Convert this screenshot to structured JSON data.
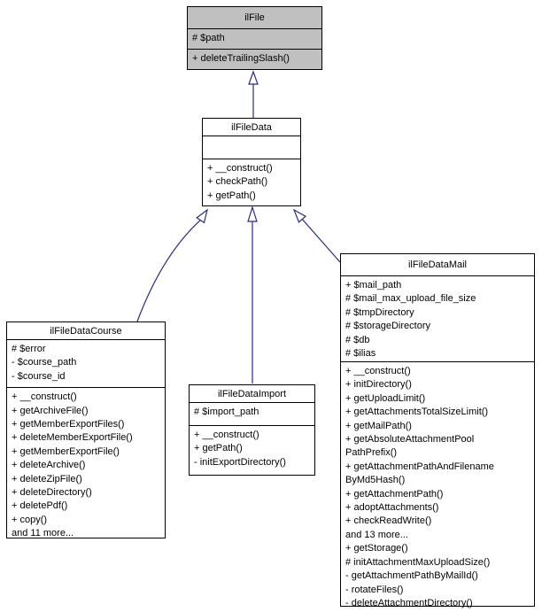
{
  "diagram": {
    "type": "uml-inheritance",
    "arrow_color": "#2a2a85",
    "gray_fill": "#c0c0c0",
    "classes": [
      {
        "name": "ilFile",
        "attributes": [
          "# $path"
        ],
        "methods": [
          "+ deleteTrailingSlash()"
        ]
      },
      {
        "name": "ilFileData",
        "attributes": [],
        "methods": [
          "+ __construct()",
          "+ checkPath()",
          "+ getPath()"
        ]
      },
      {
        "name": "ilFileDataCourse",
        "attributes": [
          "# $error",
          "- $course_path",
          "- $course_id"
        ],
        "methods": [
          "+ __construct()",
          "+ getArchiveFile()",
          "+ getMemberExportFiles()",
          "+ deleteMemberExportFile()",
          "+ getMemberExportFile()",
          "+ deleteArchive()",
          "+ deleteZipFile()",
          "+ deleteDirectory()",
          "+ deletePdf()",
          "+ copy()",
          "and 11 more..."
        ]
      },
      {
        "name": "ilFileDataImport",
        "attributes": [
          "# $import_path"
        ],
        "methods": [
          "+ __construct()",
          "+ getPath()",
          "- initExportDirectory()"
        ]
      },
      {
        "name": "ilFileDataMail",
        "attributes": [
          "+ $mail_path",
          "# $mail_max_upload_file_size",
          "# $tmpDirectory",
          "# $storageDirectory",
          "# $db",
          "# $ilias"
        ],
        "methods": [
          "+ __construct()",
          "+ initDirectory()",
          "+ getUploadLimit()",
          "+ getAttachmentsTotalSizeLimit()",
          "+ getMailPath()",
          "+ getAbsoluteAttachmentPool",
          "PathPrefix()",
          "+ getAttachmentPathAndFilename",
          "ByMd5Hash()",
          "+ getAttachmentPath()",
          "+ adoptAttachments()",
          "+ checkReadWrite()",
          "and 13 more...",
          "+ getStorage()",
          "# initAttachmentMaxUploadSize()",
          "- getAttachmentPathByMailId()",
          "- rotateFiles()",
          "- deleteAttachmentDirectory()"
        ]
      }
    ]
  }
}
